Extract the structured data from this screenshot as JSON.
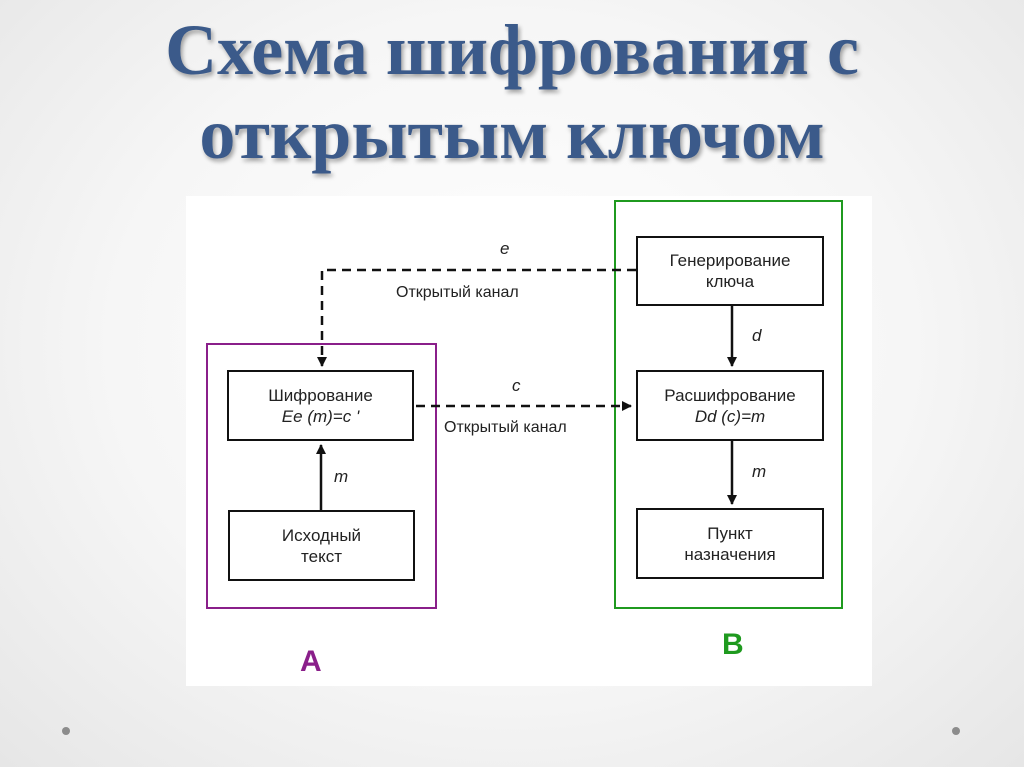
{
  "title": {
    "line1": "Схема шифрования с",
    "line2": "открытым ключом"
  },
  "diagram": {
    "groups": {
      "a_label": "A",
      "b_label": "B"
    },
    "boxes": {
      "encrypt": {
        "label": "Шифрование",
        "formula": "Ee (m)=c '"
      },
      "source": {
        "line1": "Исходный",
        "line2": "текст"
      },
      "keygen": {
        "line1": "Генерирование",
        "line2": "ключа"
      },
      "decrypt": {
        "label": "Расшифрование",
        "formula": "Dd (c)=m"
      },
      "destination": {
        "line1": "Пункт",
        "line2": "назначения"
      }
    },
    "edges": {
      "key_e": "e",
      "key_channel": "Открытый канал",
      "cipher_c": "c",
      "cipher_channel": "Открытый канал",
      "message_m_a": "m",
      "key_d": "d",
      "message_m_b": "m"
    },
    "colors": {
      "group_a": "#8a1f8a",
      "group_b": "#1f9a1f",
      "title": "#3b5a8a"
    }
  }
}
